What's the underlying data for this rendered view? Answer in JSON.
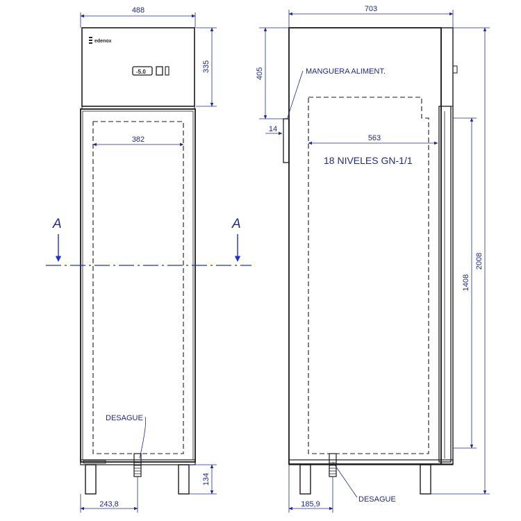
{
  "brand": "edenox",
  "display_reading": "-5.0",
  "dimensions": {
    "front_width": "488",
    "top_height": "335",
    "inner_width_front": "382",
    "leg_height": "134",
    "drain_offset_front": "243,8",
    "side_depth": "703",
    "hose_height": "405",
    "hose_offset": "14",
    "inner_width_side": "563",
    "inner_height": "1408",
    "total_height": "2008",
    "drain_offset_side": "185,9"
  },
  "labels": {
    "hose": "MANGUERA ALIMENT.",
    "levels": "18 NIVELES GN-1/1",
    "drain_front": "DESAGUE",
    "drain_side": "DESAGUE",
    "section_left": "A",
    "section_right": "A"
  },
  "colors": {
    "outline": "#1a1a1a",
    "dimension": "#1c2a8a",
    "section_line": "#1f2fd1"
  }
}
